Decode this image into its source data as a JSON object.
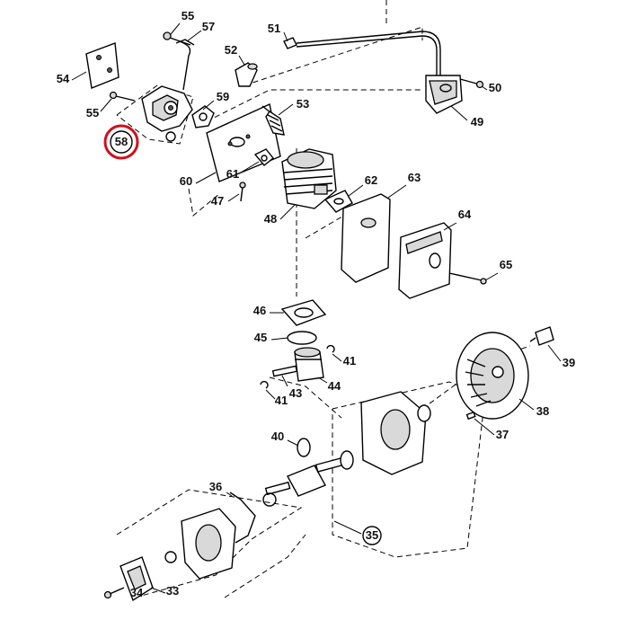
{
  "highlight_color": "#d0101c",
  "callouts": [
    {
      "id": "55a",
      "text": "55"
    },
    {
      "id": "57",
      "text": "57"
    },
    {
      "id": "54",
      "text": "54"
    },
    {
      "id": "55b",
      "text": "55"
    },
    {
      "id": "58",
      "text": "58",
      "circled": true,
      "highlighted": true
    },
    {
      "id": "51",
      "text": "51"
    },
    {
      "id": "52",
      "text": "52"
    },
    {
      "id": "59",
      "text": "59"
    },
    {
      "id": "53",
      "text": "53"
    },
    {
      "id": "50",
      "text": "50"
    },
    {
      "id": "49",
      "text": "49"
    },
    {
      "id": "60",
      "text": "60"
    },
    {
      "id": "61",
      "text": "61"
    },
    {
      "id": "62",
      "text": "62"
    },
    {
      "id": "63",
      "text": "63"
    },
    {
      "id": "47",
      "text": "47"
    },
    {
      "id": "48",
      "text": "48"
    },
    {
      "id": "64",
      "text": "64"
    },
    {
      "id": "65",
      "text": "65"
    },
    {
      "id": "46",
      "text": "46"
    },
    {
      "id": "45",
      "text": "45"
    },
    {
      "id": "41a",
      "text": "41"
    },
    {
      "id": "43",
      "text": "43"
    },
    {
      "id": "44",
      "text": "44"
    },
    {
      "id": "41b",
      "text": "41"
    },
    {
      "id": "39",
      "text": "39"
    },
    {
      "id": "38",
      "text": "38"
    },
    {
      "id": "40",
      "text": "40"
    },
    {
      "id": "37",
      "text": "37"
    },
    {
      "id": "36",
      "text": "36"
    },
    {
      "id": "35",
      "text": "35",
      "circled": true
    },
    {
      "id": "34",
      "text": "34"
    },
    {
      "id": "33",
      "text": "33"
    }
  ]
}
